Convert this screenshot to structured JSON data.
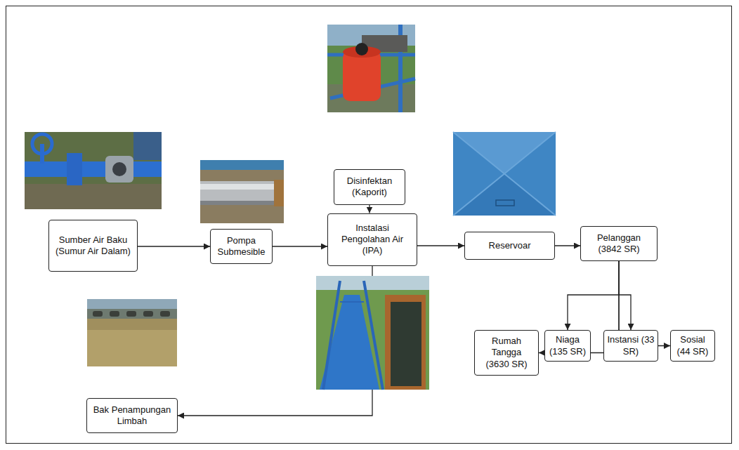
{
  "diagram": {
    "nodes": [
      {
        "text": [
          "Sumber Air Baku (Sumur Air Dalam)"
        ]
      },
      {
        "text": [
          "Pompa Submesible"
        ]
      },
      {
        "text": [
          "Disinfektan (Kaporit)"
        ]
      },
      {
        "text": [
          "Instalasi Pengolahan Air (IPA)"
        ]
      },
      {
        "text": [
          "Reservoar"
        ]
      },
      {
        "text": [
          "Pelanggan (3842 SR)"
        ]
      },
      {
        "text": [
          "Rumah Tangga (3630 SR)"
        ]
      },
      {
        "text": [
          "Niaga (135 SR)"
        ]
      },
      {
        "text": [
          "Instansi (33 SR)"
        ]
      },
      {
        "text": [
          "Sosial (44 SR)"
        ]
      },
      {
        "text": [
          "Bak Penampungan Limbah"
        ]
      }
    ],
    "edges": [
      {
        "from": 0,
        "to": 1,
        "arrow": "to"
      },
      {
        "from": 1,
        "to": 3,
        "arrow": "to"
      },
      {
        "from": 2,
        "to": 3,
        "arrow": "to"
      },
      {
        "from": 3,
        "to": 4,
        "arrow": "to"
      },
      {
        "from": 4,
        "to": 5,
        "arrow": "to"
      },
      {
        "from": 5,
        "to": 6,
        "arrow": "to"
      },
      {
        "from": 5,
        "to": 7,
        "arrow": "to"
      },
      {
        "from": 5,
        "to": 8,
        "arrow": "to"
      },
      {
        "from": 5,
        "to": 9,
        "arrow": "to"
      },
      {
        "from": 3,
        "to": 10,
        "arrow": "to"
      }
    ]
  }
}
